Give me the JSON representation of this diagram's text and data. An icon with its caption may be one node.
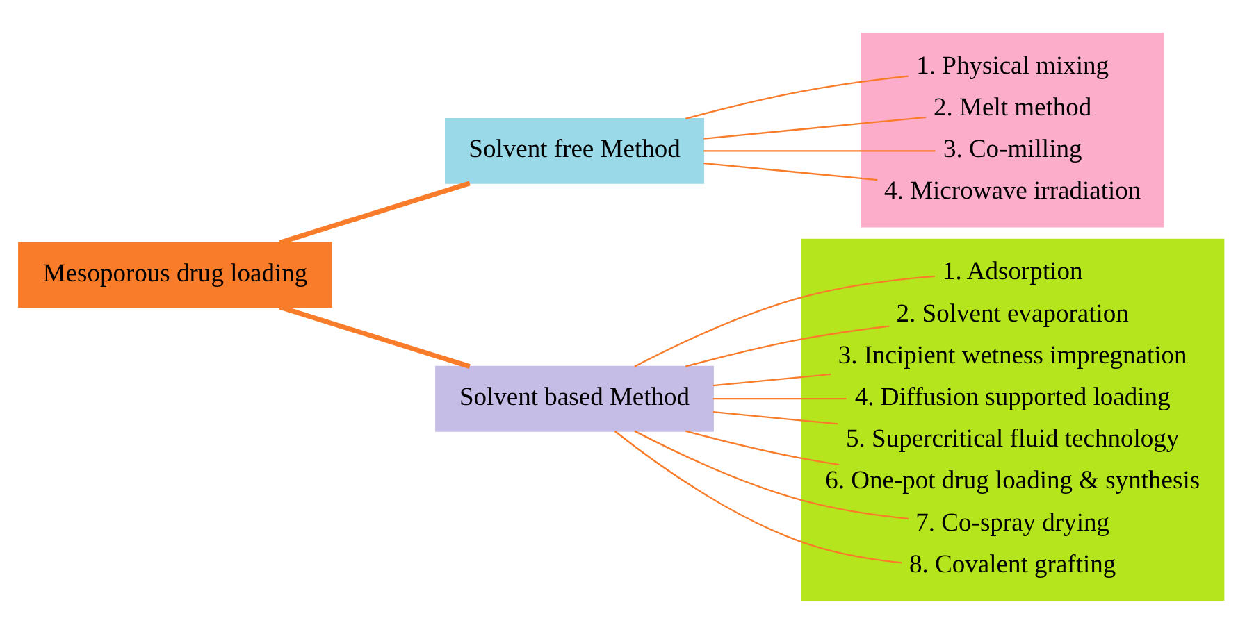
{
  "diagram": {
    "nodes": [
      {
        "text": [
          "Mesoporous drug loading"
        ]
      },
      {
        "text": [
          "Solvent free Method"
        ]
      },
      {
        "text": [],
        "shape": "box"
      },
      {
        "text": [
          "1. Physical mixing"
        ],
        "in": 2
      },
      {
        "text": [
          "2. Melt method"
        ],
        "in": 2
      },
      {
        "text": [
          "3. Co-milling"
        ],
        "in": 2
      },
      {
        "text": [
          "4. Microwave irradiation"
        ],
        "in": 2
      },
      {
        "text": [
          "Solvent based Method"
        ]
      },
      {
        "text": [],
        "shape": "box"
      },
      {
        "text": [
          "1. Adsorption"
        ],
        "in": 8
      },
      {
        "text": [
          "2. Solvent evaporation"
        ],
        "in": 8
      },
      {
        "text": [
          "3. Incipient wetness impregnation"
        ],
        "in": 8
      },
      {
        "text": [
          "4. Diffusion supported loading"
        ],
        "in": 8
      },
      {
        "text": [
          "5. Supercritical fluid technology"
        ],
        "in": 8
      },
      {
        "text": [
          "6. One-pot drug loading & synthesis"
        ],
        "in": 8
      },
      {
        "text": [
          "7. Co-spray drying"
        ],
        "in": 8
      },
      {
        "text": [
          "8. Covalent grafting"
        ],
        "in": 8
      }
    ],
    "edges": [
      {
        "from": 0,
        "to": 1,
        "arrow": "none",
        "style": "thick"
      },
      {
        "from": 0,
        "to": 7,
        "arrow": "none",
        "style": "thick"
      },
      {
        "from": 1,
        "to": 3,
        "arrow": "none"
      },
      {
        "from": 1,
        "to": 4,
        "arrow": "none"
      },
      {
        "from": 1,
        "to": 5,
        "arrow": "none"
      },
      {
        "from": 1,
        "to": 6,
        "arrow": "none"
      },
      {
        "from": 7,
        "to": 9,
        "arrow": "none"
      },
      {
        "from": 7,
        "to": 10,
        "arrow": "none"
      },
      {
        "from": 7,
        "to": 11,
        "arrow": "none"
      },
      {
        "from": 7,
        "to": 12,
        "arrow": "none"
      },
      {
        "from": 7,
        "to": 13,
        "arrow": "none"
      },
      {
        "from": 7,
        "to": 14,
        "arrow": "none"
      },
      {
        "from": 7,
        "to": 15,
        "arrow": "none"
      },
      {
        "from": 7,
        "to": 16,
        "arrow": "none"
      }
    ]
  }
}
